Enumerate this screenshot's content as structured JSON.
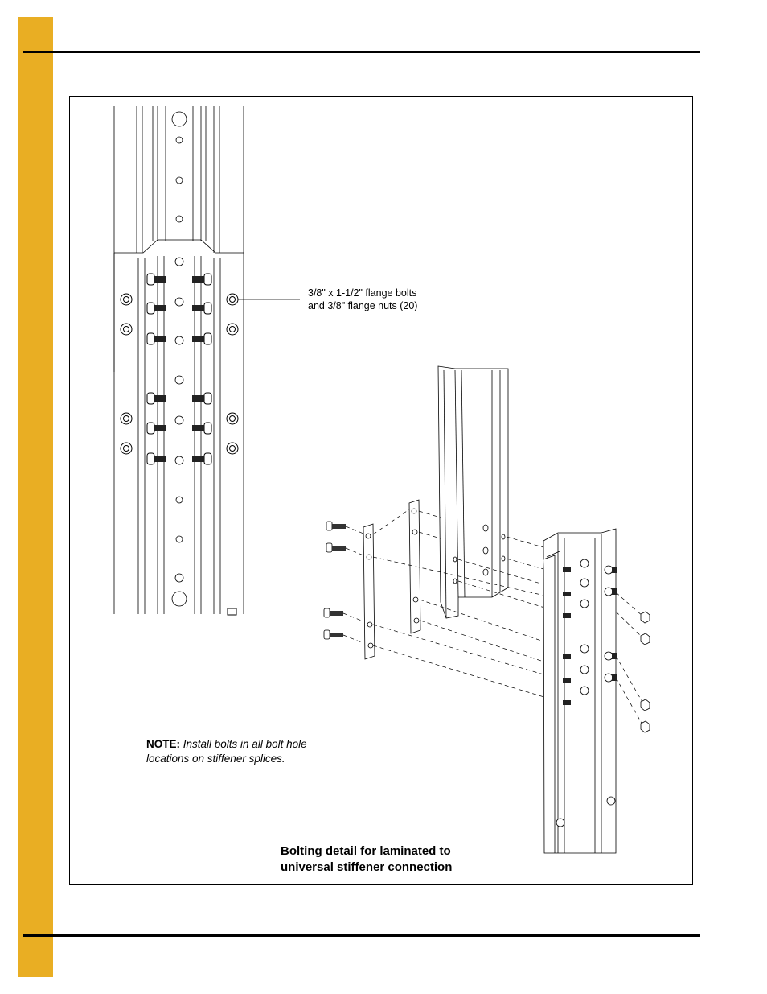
{
  "page": {
    "accent_color": "#e9ae23"
  },
  "figure": {
    "callout": {
      "line1": "3/8\" x 1-1/2\" flange bolts",
      "line2": "and 3/8\" flange nuts (20)"
    },
    "note": {
      "label": "NOTE:",
      "text_line1": "Install bolts in all bolt hole",
      "text_line2": "locations on stiffener splices."
    },
    "caption": {
      "line1": "Bolting detail for laminated to",
      "line2": "universal stiffener connection"
    }
  }
}
